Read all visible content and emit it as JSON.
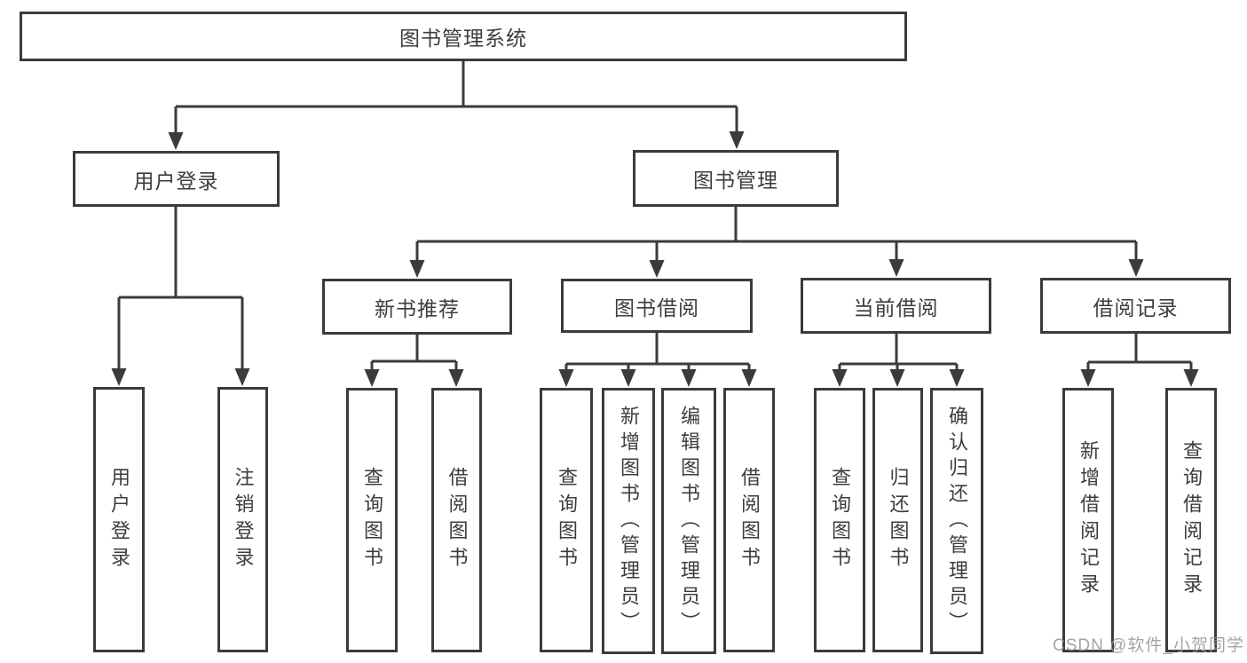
{
  "diagram": {
    "title": "图书管理系统",
    "type": "hierarchy-tree",
    "colors": {
      "line": "#3b3b3b",
      "text": "#3d3d3d",
      "box_fill": "#ffffff",
      "watermark": "#9b9b9b"
    },
    "watermark": "CSDN @软件_小贺同学",
    "nodes": [
      {
        "id": "root",
        "label": "图书管理系统",
        "level": 1,
        "parent": null
      },
      {
        "id": "user-login",
        "label": "用户登录",
        "level": 2,
        "parent": "root"
      },
      {
        "id": "book-management",
        "label": "图书管理",
        "level": 2,
        "parent": "root"
      },
      {
        "id": "new-book-recommend",
        "label": "新书推荐",
        "level": 3,
        "parent": "book-management"
      },
      {
        "id": "book-borrowing",
        "label": "图书借阅",
        "level": 3,
        "parent": "book-management"
      },
      {
        "id": "current-borrowing",
        "label": "当前借阅",
        "level": 3,
        "parent": "book-management"
      },
      {
        "id": "borrowing-records",
        "label": "借阅记录",
        "level": 3,
        "parent": "book-management"
      },
      {
        "id": "user-login-leaf",
        "label": "用户登录",
        "level": 4,
        "parent": "user-login"
      },
      {
        "id": "logout-leaf",
        "label": "注销登录",
        "level": 4,
        "parent": "user-login"
      },
      {
        "id": "query-books-1",
        "label": "查询图书",
        "level": 4,
        "parent": "new-book-recommend"
      },
      {
        "id": "borrow-books-1",
        "label": "借阅图书",
        "level": 4,
        "parent": "new-book-recommend"
      },
      {
        "id": "query-books-2",
        "label": "查询图书",
        "level": 4,
        "parent": "book-borrowing"
      },
      {
        "id": "add-books-admin",
        "label": "新增图书（管理员）",
        "level": 4,
        "parent": "book-borrowing"
      },
      {
        "id": "edit-books-admin",
        "label": "编辑图书（管理员）",
        "level": 4,
        "parent": "book-borrowing"
      },
      {
        "id": "borrow-books-2",
        "label": "借阅图书",
        "level": 4,
        "parent": "book-borrowing"
      },
      {
        "id": "query-books-3",
        "label": "查询图书",
        "level": 4,
        "parent": "current-borrowing"
      },
      {
        "id": "return-books",
        "label": "归还图书",
        "level": 4,
        "parent": "current-borrowing"
      },
      {
        "id": "confirm-return-admin",
        "label": "确认归还（管理员）",
        "level": 4,
        "parent": "current-borrowing"
      },
      {
        "id": "add-borrow-record",
        "label": "新增借阅记录",
        "level": 4,
        "parent": "borrowing-records"
      },
      {
        "id": "query-borrow-record",
        "label": "查询借阅记录",
        "level": 4,
        "parent": "borrowing-records"
      }
    ]
  }
}
